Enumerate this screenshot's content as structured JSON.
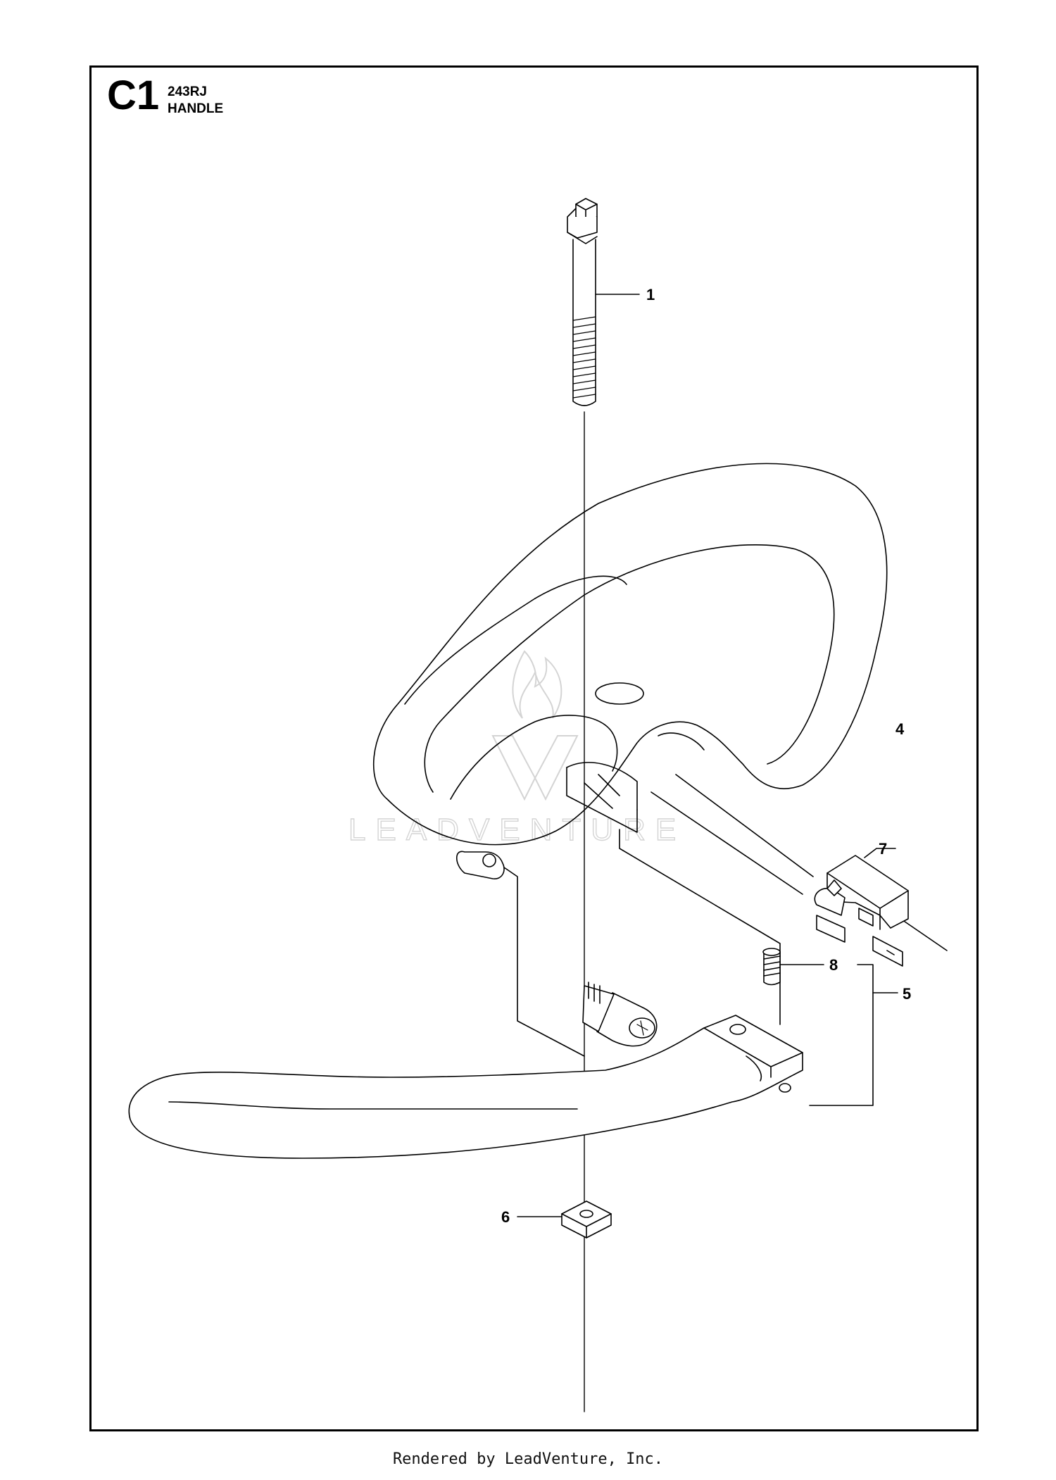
{
  "header": {
    "section_code": "C1",
    "model": "243RJ",
    "title": "HANDLE"
  },
  "callouts": [
    {
      "id": "callout-1",
      "label": "1"
    },
    {
      "id": "callout-4",
      "label": "4"
    },
    {
      "id": "callout-5",
      "label": "5"
    },
    {
      "id": "callout-6",
      "label": "6"
    },
    {
      "id": "callout-7",
      "label": "7"
    },
    {
      "id": "callout-8",
      "label": "8"
    }
  ],
  "watermark": {
    "text": "LEADVENTURE",
    "icon": "flame-v-logo-icon"
  },
  "footer": {
    "text": "Rendered by LeadVenture, Inc."
  },
  "colors": {
    "line": "#000000",
    "watermark": "#d4d4d4"
  }
}
